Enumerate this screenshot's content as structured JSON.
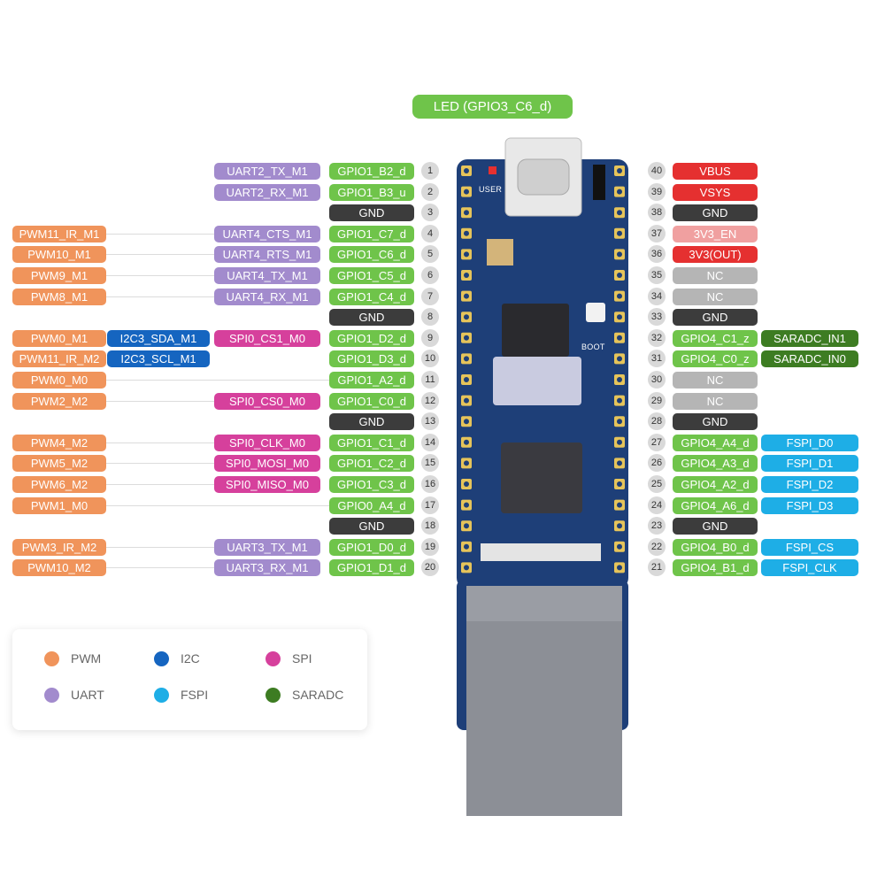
{
  "led_callout": "LED (GPIO3_C6_d)",
  "board": {
    "user_label": "USER",
    "boot_label": "BOOT"
  },
  "colors": {
    "pwm": "#f0945b",
    "uart": "#a28bcd",
    "gpio": "#6fc44a",
    "gnd": "#3c3c3c",
    "i2c": "#1565c0",
    "spi": "#d6409c",
    "fspi": "#1eaee6",
    "saradc": "#3d7c22",
    "nc": "#b5b5b5",
    "power_red": "#e53030",
    "power_pink": "#f0a0a0"
  },
  "left_pins": [
    {
      "num": "1",
      "gpio": "GPIO1_B2_d",
      "uart": "UART2_TX_M1"
    },
    {
      "num": "2",
      "gpio": "GPIO1_B3_u",
      "uart": "UART2_RX_M1"
    },
    {
      "num": "3",
      "gnd": "GND"
    },
    {
      "num": "4",
      "gpio": "GPIO1_C7_d",
      "uart": "UART4_CTS_M1",
      "pwm": "PWM11_IR_M1"
    },
    {
      "num": "5",
      "gpio": "GPIO1_C6_d",
      "uart": "UART4_RTS_M1",
      "pwm": "PWM10_M1"
    },
    {
      "num": "6",
      "gpio": "GPIO1_C5_d",
      "uart": "UART4_TX_M1",
      "pwm": "PWM9_M1"
    },
    {
      "num": "7",
      "gpio": "GPIO1_C4_d",
      "uart": "UART4_RX_M1",
      "pwm": "PWM8_M1"
    },
    {
      "num": "8",
      "gnd": "GND"
    },
    {
      "num": "9",
      "gpio": "GPIO1_D2_d",
      "spi": "SPI0_CS1_M0",
      "i2c": "I2C3_SDA_M1",
      "pwm": "PWM0_M1"
    },
    {
      "num": "10",
      "gpio": "GPIO1_D3_d",
      "i2c": "I2C3_SCL_M1",
      "pwm": "PWM11_IR_M2"
    },
    {
      "num": "11",
      "gpio": "GPIO1_A2_d",
      "pwm": "PWM0_M0"
    },
    {
      "num": "12",
      "gpio": "GPIO1_C0_d",
      "spi": "SPI0_CS0_M0",
      "pwm": "PWM2_M2"
    },
    {
      "num": "13",
      "gnd": "GND"
    },
    {
      "num": "14",
      "gpio": "GPIO1_C1_d",
      "spi": "SPI0_CLK_M0",
      "pwm": "PWM4_M2"
    },
    {
      "num": "15",
      "gpio": "GPIO1_C2_d",
      "spi": "SPI0_MOSI_M0",
      "pwm": "PWM5_M2"
    },
    {
      "num": "16",
      "gpio": "GPIO1_C3_d",
      "spi": "SPI0_MISO_M0",
      "pwm": "PWM6_M2"
    },
    {
      "num": "17",
      "gpio": "GPIO0_A4_d",
      "pwm": "PWM1_M0"
    },
    {
      "num": "18",
      "gnd": "GND"
    },
    {
      "num": "19",
      "gpio": "GPIO1_D0_d",
      "uart": "UART3_TX_M1",
      "pwm": "PWM3_IR_M2"
    },
    {
      "num": "20",
      "gpio": "GPIO1_D1_d",
      "uart": "UART3_RX_M1",
      "pwm": "PWM10_M2"
    }
  ],
  "right_pins": [
    {
      "num": "40",
      "power": "VBUS",
      "kind": "power_red"
    },
    {
      "num": "39",
      "power": "VSYS",
      "kind": "power_red"
    },
    {
      "num": "38",
      "power": "GND",
      "kind": "gnd"
    },
    {
      "num": "37",
      "power": "3V3_EN",
      "kind": "power_pink"
    },
    {
      "num": "36",
      "power": "3V3(OUT)",
      "kind": "power_red"
    },
    {
      "num": "35",
      "power": "NC",
      "kind": "nc"
    },
    {
      "num": "34",
      "power": "NC",
      "kind": "nc"
    },
    {
      "num": "33",
      "power": "GND",
      "kind": "gnd"
    },
    {
      "num": "32",
      "gpio": "GPIO4_C1_z",
      "saradc": "SARADC_IN1"
    },
    {
      "num": "31",
      "gpio": "GPIO4_C0_z",
      "saradc": "SARADC_IN0"
    },
    {
      "num": "30",
      "power": "NC",
      "kind": "nc"
    },
    {
      "num": "29",
      "power": "NC",
      "kind": "nc"
    },
    {
      "num": "28",
      "power": "GND",
      "kind": "gnd"
    },
    {
      "num": "27",
      "gpio": "GPIO4_A4_d",
      "fspi": "FSPI_D0"
    },
    {
      "num": "26",
      "gpio": "GPIO4_A3_d",
      "fspi": "FSPI_D1"
    },
    {
      "num": "25",
      "gpio": "GPIO4_A2_d",
      "fspi": "FSPI_D2"
    },
    {
      "num": "24",
      "gpio": "GPIO4_A6_d",
      "fspi": "FSPI_D3"
    },
    {
      "num": "23",
      "power": "GND",
      "kind": "gnd"
    },
    {
      "num": "22",
      "gpio": "GPIO4_B0_d",
      "fspi": "FSPI_CS"
    },
    {
      "num": "21",
      "gpio": "GPIO4_B1_d",
      "fspi": "FSPI_CLK"
    }
  ],
  "legend": [
    {
      "label": "PWM",
      "color": "#f0945b"
    },
    {
      "label": "I2C",
      "color": "#1565c0"
    },
    {
      "label": "SPI",
      "color": "#d6409c"
    },
    {
      "label": "UART",
      "color": "#a28bcd"
    },
    {
      "label": "FSPI",
      "color": "#1eaee6"
    },
    {
      "label": "SARADC",
      "color": "#3d7c22"
    }
  ]
}
